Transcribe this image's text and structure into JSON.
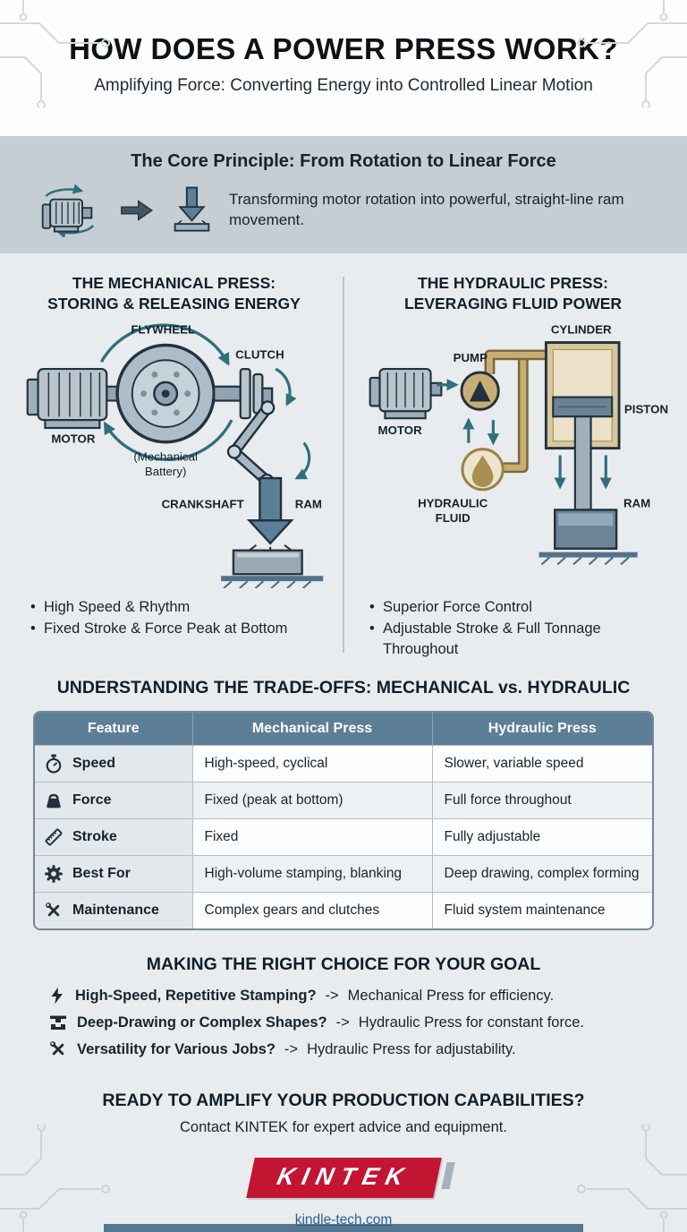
{
  "header": {
    "title": "HOW DOES A POWER PRESS WORK?",
    "subtitle": "Amplifying Force: Converting Energy into Controlled Linear Motion"
  },
  "core_principle": {
    "title": "The Core Principle: From Rotation to Linear Force",
    "description": "Transforming motor rotation into powerful, straight-line ram movement."
  },
  "mechanical": {
    "title_line1": "THE MECHANICAL PRESS:",
    "title_line2": "STORING & RELEASING ENERGY",
    "labels": {
      "flywheel": "FLYWHEEL",
      "clutch": "CLUTCH",
      "motor": "MOTOR",
      "battery_line1": "(Mechanical",
      "battery_line2": "Battery)",
      "crankshaft": "CRANKSHAFT",
      "ram": "RAM"
    },
    "bullets": [
      "High Speed & Rhythm",
      "Fixed Stroke & Force Peak at Bottom"
    ]
  },
  "hydraulic": {
    "title_line1": "THE HYDRAULIC PRESS:",
    "title_line2": "LEVERAGING FLUID POWER",
    "labels": {
      "cylinder": "CYLINDER",
      "pump": "PUMP",
      "piston": "PISTON",
      "motor": "MOTOR",
      "fluid_line1": "HYDRAULIC",
      "fluid_line2": "FLUID",
      "ram": "RAM"
    },
    "bullets": [
      "Superior Force Control",
      "Adjustable Stroke & Full Tonnage Throughout"
    ]
  },
  "tradeoffs": {
    "title": "UNDERSTANDING THE TRADE-OFFS: MECHANICAL vs. HYDRAULIC",
    "headers": [
      "Feature",
      "Mechanical Press",
      "Hydraulic Press"
    ],
    "rows": [
      {
        "icon": "stopwatch-icon",
        "feature": "Speed",
        "mechanical": "High-speed, cyclical",
        "hydraulic": "Slower, variable speed"
      },
      {
        "icon": "weight-icon",
        "feature": "Force",
        "mechanical": "Fixed (peak at bottom)",
        "hydraulic": "Full force throughout"
      },
      {
        "icon": "ruler-icon",
        "feature": "Stroke",
        "mechanical": "Fixed",
        "hydraulic": "Fully adjustable"
      },
      {
        "icon": "gear-icon",
        "feature": "Best For",
        "mechanical": "High-volume stamping, blanking",
        "hydraulic": "Deep drawing, complex forming"
      },
      {
        "icon": "tools-icon",
        "feature": "Maintenance",
        "mechanical": "Complex gears and clutches",
        "hydraulic": "Fluid system maintenance"
      }
    ]
  },
  "choice": {
    "title": "MAKING THE RIGHT CHOICE FOR YOUR GOAL",
    "items": [
      {
        "icon": "lightning-icon",
        "question": "High-Speed, Repetitive Stamping?",
        "arrow": "->",
        "answer": "Mechanical Press for efficiency."
      },
      {
        "icon": "press-die-icon",
        "question": "Deep-Drawing or Complex Shapes?",
        "arrow": "->",
        "answer": "Hydraulic Press for constant force."
      },
      {
        "icon": "crossed-tools-icon",
        "question": "Versatility for Various Jobs?",
        "arrow": "->",
        "answer": "Hydraulic Press for adjustability."
      }
    ]
  },
  "footer": {
    "cta_title": "READY TO AMPLIFY YOUR PRODUCTION CAPABILITIES?",
    "cta_subtitle": "Contact KINTEK for expert advice and equipment.",
    "logo_text": "KINTEK",
    "website": "kindle-tech.com"
  },
  "colors": {
    "accent_red": "#c31432",
    "steel_blue": "#5d7e97",
    "teal_arrow": "#2f6f7e",
    "hydraulic_gold": "#c9ae74",
    "band_gray": "#c5cdd5",
    "link_blue": "#2a5d8f"
  }
}
